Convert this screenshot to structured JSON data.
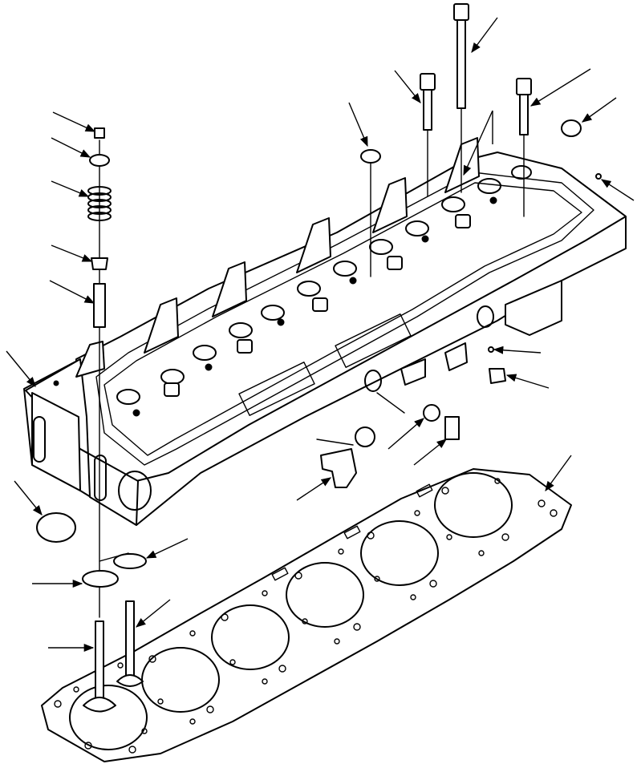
{
  "figure": {
    "kind": "exploded parts diagram",
    "subject_parts": [
      "cylinder-head",
      "cylinder-head-gasket",
      "head-bolt-long",
      "head-bolt-short",
      "expansion-plug",
      "valve-spring",
      "spring-retainer",
      "valve-keeper",
      "valve-stem-seal",
      "valve-guide",
      "intake-valve",
      "exhaust-valve",
      "valve-seat-insert",
      "o-ring",
      "elbow-fitting",
      "plug",
      "nut",
      "dowel-pin"
    ],
    "callout_count": 24,
    "line_color": "#000000",
    "background_color": "#ffffff"
  }
}
